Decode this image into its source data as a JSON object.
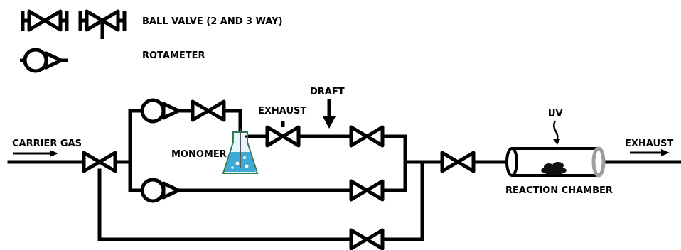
{
  "legend": {
    "ball_valve": "BALL VALVE (2 AND 3 WAY)",
    "rotameter": "ROTAMETER"
  },
  "labels": {
    "carrier_gas": "CARRIER GAS",
    "monomer": "MONOMER",
    "exhaust_top": "EXHAUST",
    "draft": "DRAFT",
    "uv": "UV",
    "exhaust_right": "EXHAUST",
    "reaction_chamber": "REACTION CHAMBER"
  },
  "colors": {
    "line": "#000000",
    "flask_liquid": "#3fa9d6",
    "flask_outline": "#2e7d4f",
    "chamber_end": "#9e9e9e"
  }
}
